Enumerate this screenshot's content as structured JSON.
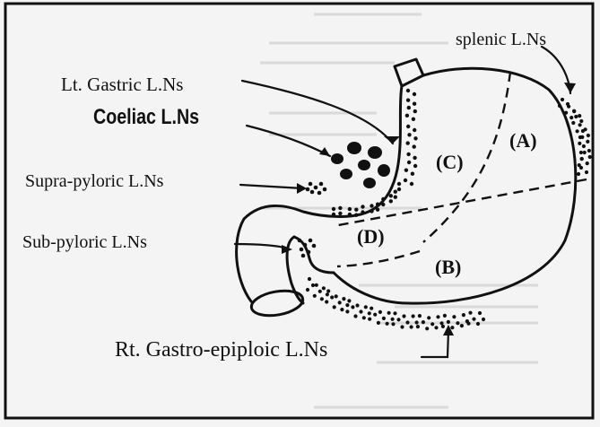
{
  "labels": {
    "splenic": "splenic L.Ns",
    "lt_gastric": "Lt. Gastric L.Ns",
    "coeliac": "Coeliac L.Ns",
    "supra_pyloric": "Supra-pyloric L.Ns",
    "sub_pyloric": "Sub-pyloric L.Ns",
    "rt_gastro_epiploic": "Rt. Gastro-epiploic L.Ns"
  },
  "regions": {
    "a": "(A)",
    "b": "(B)",
    "c": "(C)",
    "d": "(D)"
  },
  "colors": {
    "ink": "#111111",
    "paper": "#f4f4f4",
    "bleed": "#b8b8b8"
  }
}
